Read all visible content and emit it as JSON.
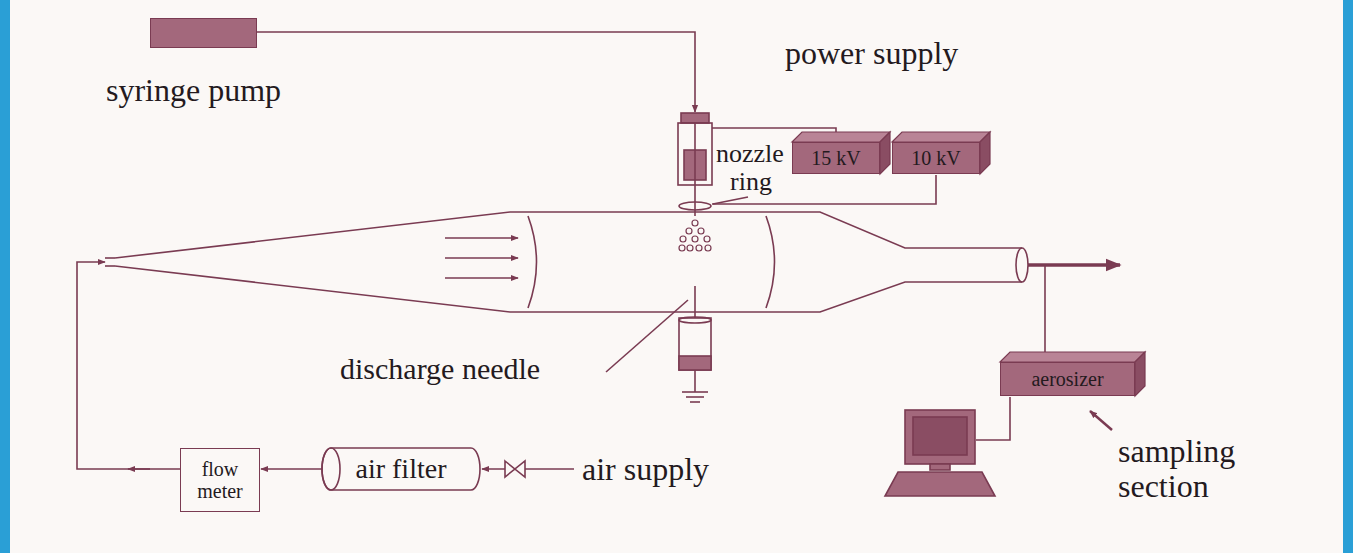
{
  "diagram": {
    "nodes": [
      {
        "text": [
          "syringe pump"
        ]
      },
      {
        "text": [
          "15 kV"
        ]
      },
      {
        "text": [
          "10 kV"
        ]
      },
      {
        "text": [
          "flow meter"
        ]
      },
      {
        "text": [
          "air filter"
        ]
      },
      {
        "text": [
          "aerosizer"
        ]
      }
    ],
    "edges": [
      {
        "from": 4,
        "to": 3,
        "arrow": "to"
      }
    ],
    "labels": [
      "power supply",
      "nozzle",
      "ring",
      "discharge needle",
      "air supply",
      "sampling section"
    ]
  }
}
